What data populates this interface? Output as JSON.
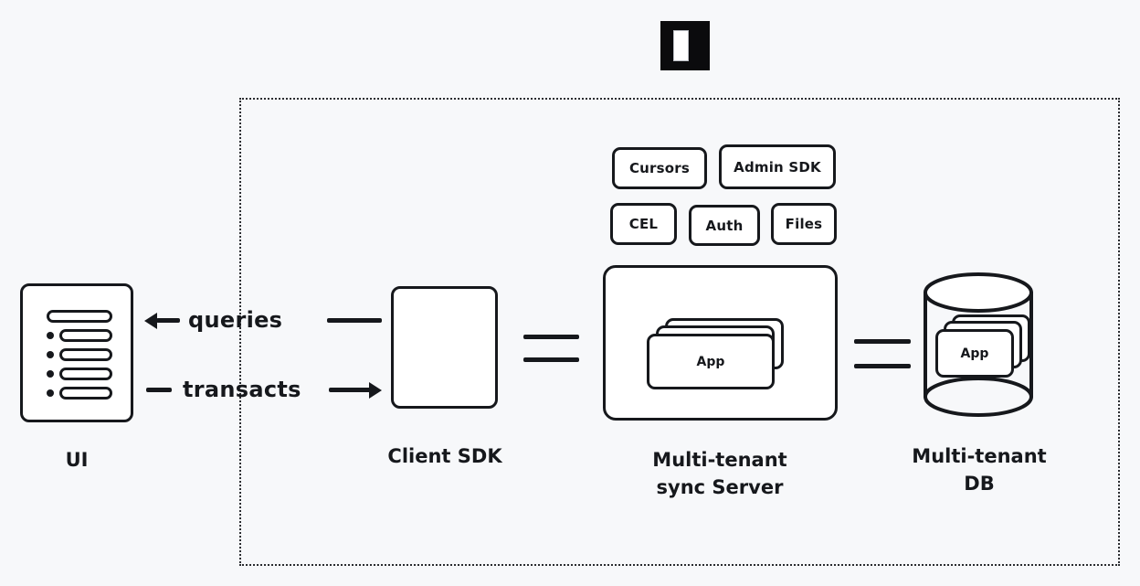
{
  "logo": {
    "name": "instant-logo",
    "background_color": "#0b0b0d",
    "mark_color": "#ffffff"
  },
  "boundary": {
    "name": "system-boundary",
    "style": "dotted",
    "color": "#2b2d31"
  },
  "features": [
    {
      "label": "Cursors"
    },
    {
      "label": "Admin SDK"
    },
    {
      "label": "CEL"
    },
    {
      "label": "Auth"
    },
    {
      "label": "Files"
    }
  ],
  "nodes": {
    "ui": {
      "caption": "UI",
      "rows": 5
    },
    "client": {
      "caption": "Client SDK"
    },
    "server": {
      "caption": "Multi-tenant\nsync Server",
      "card_label": "App",
      "card_count": 3
    },
    "db": {
      "caption": "Multi-tenant\nDB",
      "card_label": "App",
      "card_count": 3
    }
  },
  "edges": [
    {
      "label": "queries",
      "direction": "left"
    },
    {
      "label": "transacts",
      "direction": "right"
    }
  ],
  "colors": {
    "background": "#f7f8fa",
    "ink": "#16181c",
    "surface": "#ffffff"
  }
}
